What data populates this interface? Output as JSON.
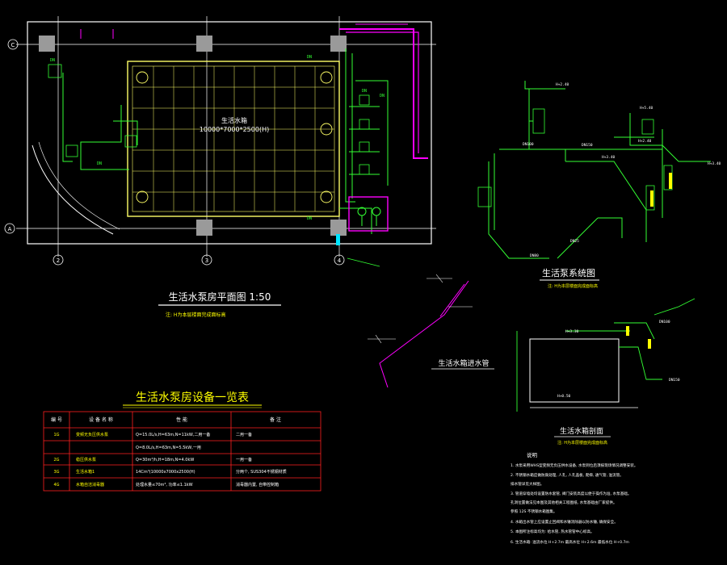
{
  "colors": {
    "background": "#000000",
    "grid_white": "#ffffff",
    "water_green": "#33ff33",
    "pipe_magenta": "#ff00ff",
    "tank_yellow": "#ffff66",
    "text_white": "#ffffff",
    "text_yellow": "#ffff00",
    "table_red": "#ff2020",
    "column_gray": "#9a9a9a",
    "cyan": "#00e5ff"
  },
  "plan": {
    "axis_c": "C",
    "axis_a": "A",
    "axis_2": "2",
    "axis_3": "3",
    "axis_4": "4",
    "tank_label": "生活水箱",
    "tank_size": "10000*7000*2500(H)",
    "title": "生活水泵房平面图 1:50",
    "note": "注: H为本层楼面完成面标高"
  },
  "system": {
    "title": "生活泵系统图",
    "note": "注: H为本层楼面完成面标高",
    "labels": [
      "H+2.40",
      "DN150",
      "DN100",
      "H+2.40",
      "H+3.40",
      "H+3.40",
      "DN80",
      "H+5.40",
      "DN25"
    ]
  },
  "inlet": {
    "title": "生活水箱进水管"
  },
  "section": {
    "title": "生活水箱剖面",
    "note": "注: H为本层楼面完成面标高",
    "labels": [
      "H+3.30",
      "H+0.50",
      "DN100",
      "DN150"
    ]
  },
  "table": {
    "title": "生活水泵房设备一览表",
    "headers": [
      "编 号",
      "设 备 名 称",
      "性 能",
      "备 注"
    ],
    "rows": [
      {
        "no": "1G",
        "name": "变频无负压供水泵",
        "spec": "Q=15.0L/s,H=63m,N=11kW,二用一备",
        "remark": "二用一备"
      },
      {
        "no": "",
        "name": "",
        "spec": "Q=8.0L/s,H=63m,N=5.5kW,一用",
        "remark": ""
      },
      {
        "no": "2G",
        "name": "稳压供水泵",
        "spec": "Q=30m³/h,H=18m,N=4.0kW",
        "remark": "一用一备"
      },
      {
        "no": "3G",
        "name": "生活水箱1",
        "spec": "14Cm³(10000x7000x2500(H)",
        "remark": "分两个, SUS304不锈钢材质"
      },
      {
        "no": "4G",
        "name": "水箱自洁消毒器",
        "spec": "处理水量≤70m³, 功率≤1.1kW",
        "remark": "消毒器内置, 自带控制箱"
      }
    ]
  },
  "notes": {
    "heading": "说明",
    "items": [
      "1. 水泵采用WHS型变频无负压供水设备, 水泵到位后须按现场情况调整安装。",
      "2. 不锈钢水箱应做防腐处理, 人孔, 人孔盖板, 爬梯, 通气管, 溢流管。",
      "   排水管详见大样图。",
      "3. 管道穿墙处均设置防水套管, 阀门安装高度以便于操作为准, 水泵基础。",
      "   孔洞位置做法见本图及其他相关工程图纸, 水泵基础由厂家提供。",
      "   参照 12S 不锈钢水箱图集。",
      "4. 水箱出水管上应设置止回阀和水锤消除器以防水锤, 确保安全。",
      "5. 本图所注标高均为: 给水管, 热水管管中心标高。",
      "6. 生活水箱: 溢流水位 H+2.7m 最高水位 H+2.6m 最低水位 H+0.7m"
    ]
  }
}
